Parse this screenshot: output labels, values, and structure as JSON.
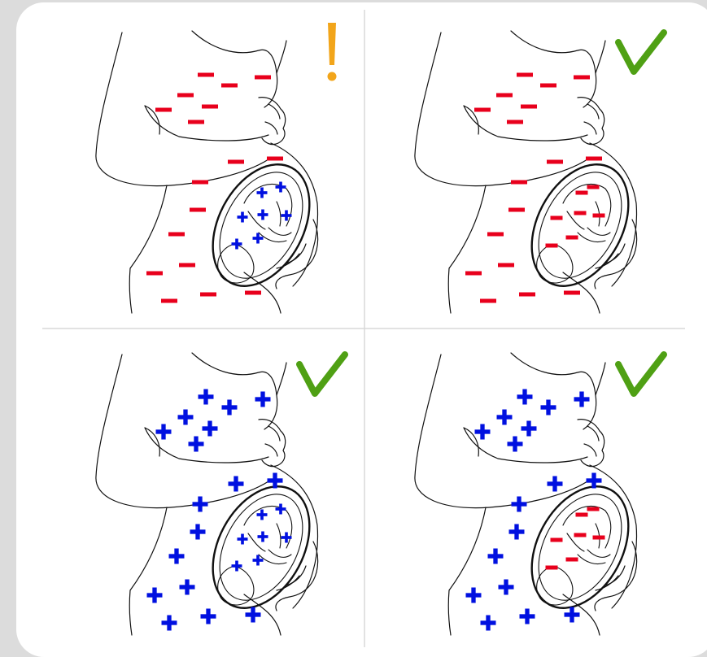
{
  "colors": {
    "background": "#dcdcdc",
    "card": "#ffffff",
    "divider": "#d8d8d8",
    "outline": "#111111",
    "negative": "#e8001c",
    "positive": "#0010e0",
    "warning": "#f2a51a",
    "ok": "#4fa014"
  },
  "panels": [
    {
      "id": "top-left",
      "status": "warning",
      "status_icon": "exclamation-icon",
      "mother_charge": "negative",
      "baby_charge": "positive"
    },
    {
      "id": "top-right",
      "status": "ok",
      "status_icon": "checkmark-icon",
      "mother_charge": "negative",
      "baby_charge": "negative"
    },
    {
      "id": "bottom-left",
      "status": "ok",
      "status_icon": "checkmark-icon",
      "mother_charge": "positive",
      "baby_charge": "positive"
    },
    {
      "id": "bottom-right",
      "status": "ok",
      "status_icon": "checkmark-icon",
      "mother_charge": "positive",
      "baby_charge": "negative"
    }
  ]
}
